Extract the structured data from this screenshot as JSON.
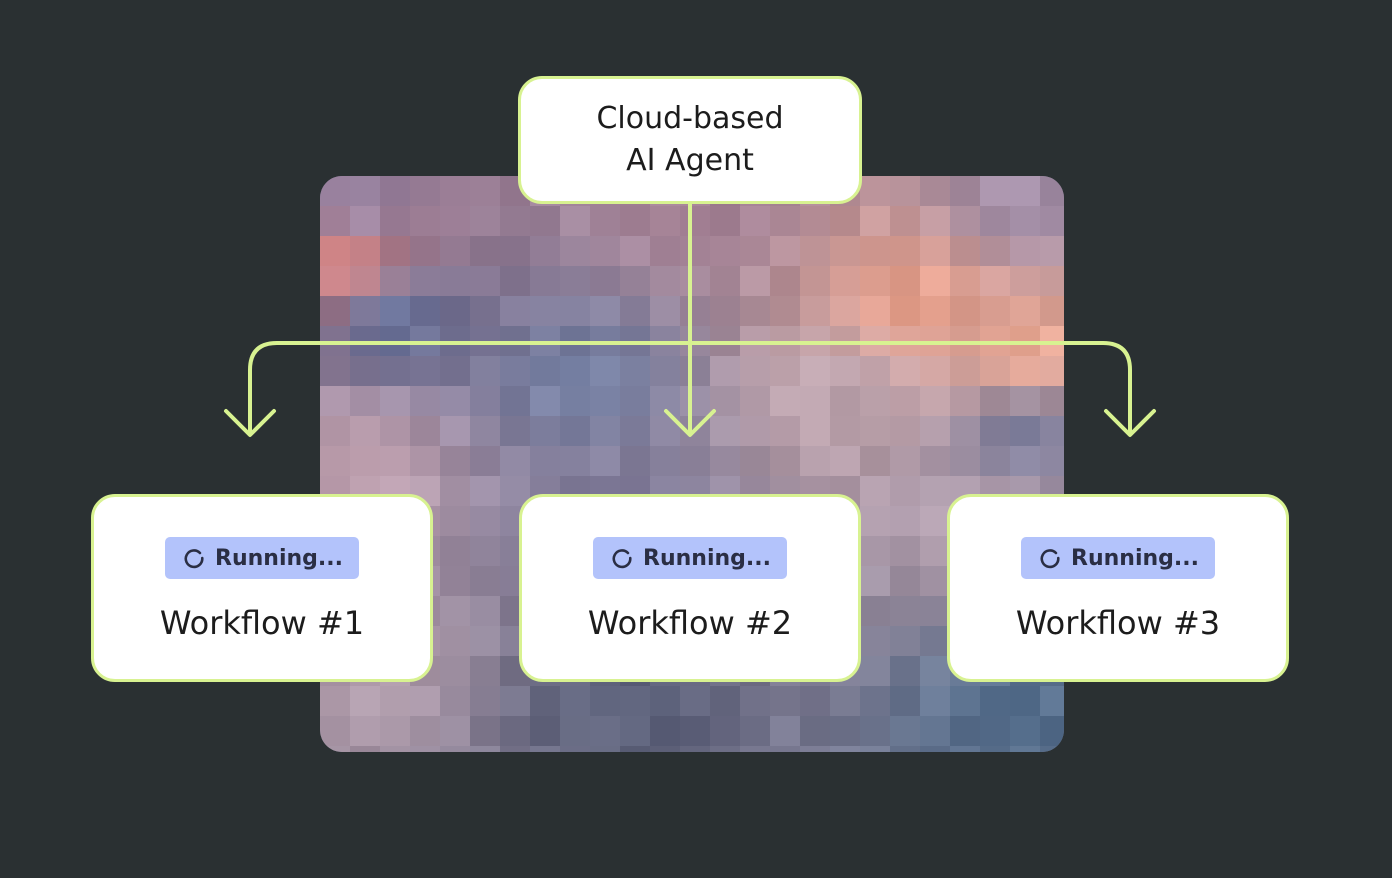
{
  "agent": {
    "line1": "Cloud-based",
    "line2": "AI Agent"
  },
  "workflows": [
    {
      "status": "Running...",
      "status_icon": "spinner-icon",
      "title": "Workflow #1"
    },
    {
      "status": "Running...",
      "status_icon": "spinner-icon",
      "title": "Workflow #2"
    },
    {
      "status": "Running...",
      "status_icon": "spinner-icon",
      "title": "Workflow #3"
    }
  ],
  "colors": {
    "background": "#2a3032",
    "accent": "#d8f291",
    "badge": "#b3c3fb",
    "node": "#ffffff"
  }
}
